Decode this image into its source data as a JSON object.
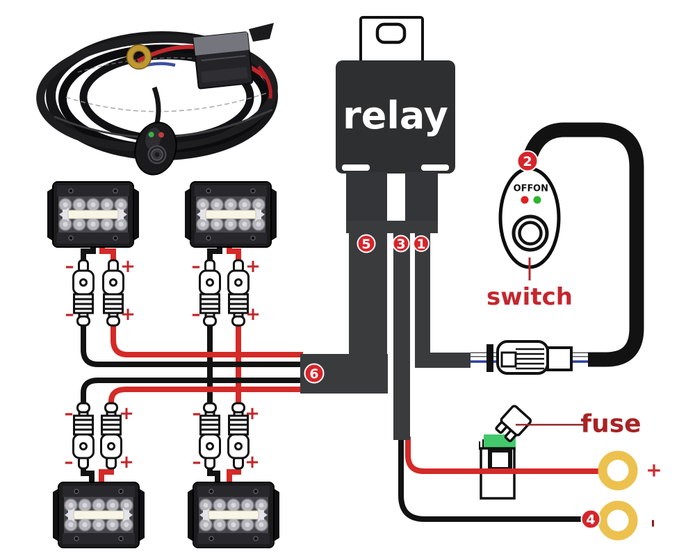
{
  "relay": {
    "label": "relay"
  },
  "switch": {
    "label": "switch",
    "off_label": "OFF",
    "on_label": "ON"
  },
  "fuse": {
    "label": "fuse"
  },
  "callouts": {
    "c1": "1",
    "c2": "2",
    "c3": "3",
    "c4": "4",
    "c5": "5",
    "c6": "6"
  },
  "polarity": {
    "positive": "+",
    "negative": "–"
  },
  "battery": {
    "positive": "+",
    "negative": "–"
  },
  "colors": {
    "wire_red": "#d42a28",
    "wire_black": "#121212",
    "relay_body": "#2e2f31",
    "harness_strap": "#3a3b3d",
    "callout_red": "#d6252b",
    "polarity_red": "#c1272d",
    "switch_label_red": "#c4272e",
    "fuse_label_red": "#a82325",
    "ring_gold": "#ecc14e",
    "fuse_green": "#43c96c",
    "led_on_green": "#2db52d",
    "led_off_red": "#e02020",
    "signal_blue": "#2b3f9e"
  }
}
